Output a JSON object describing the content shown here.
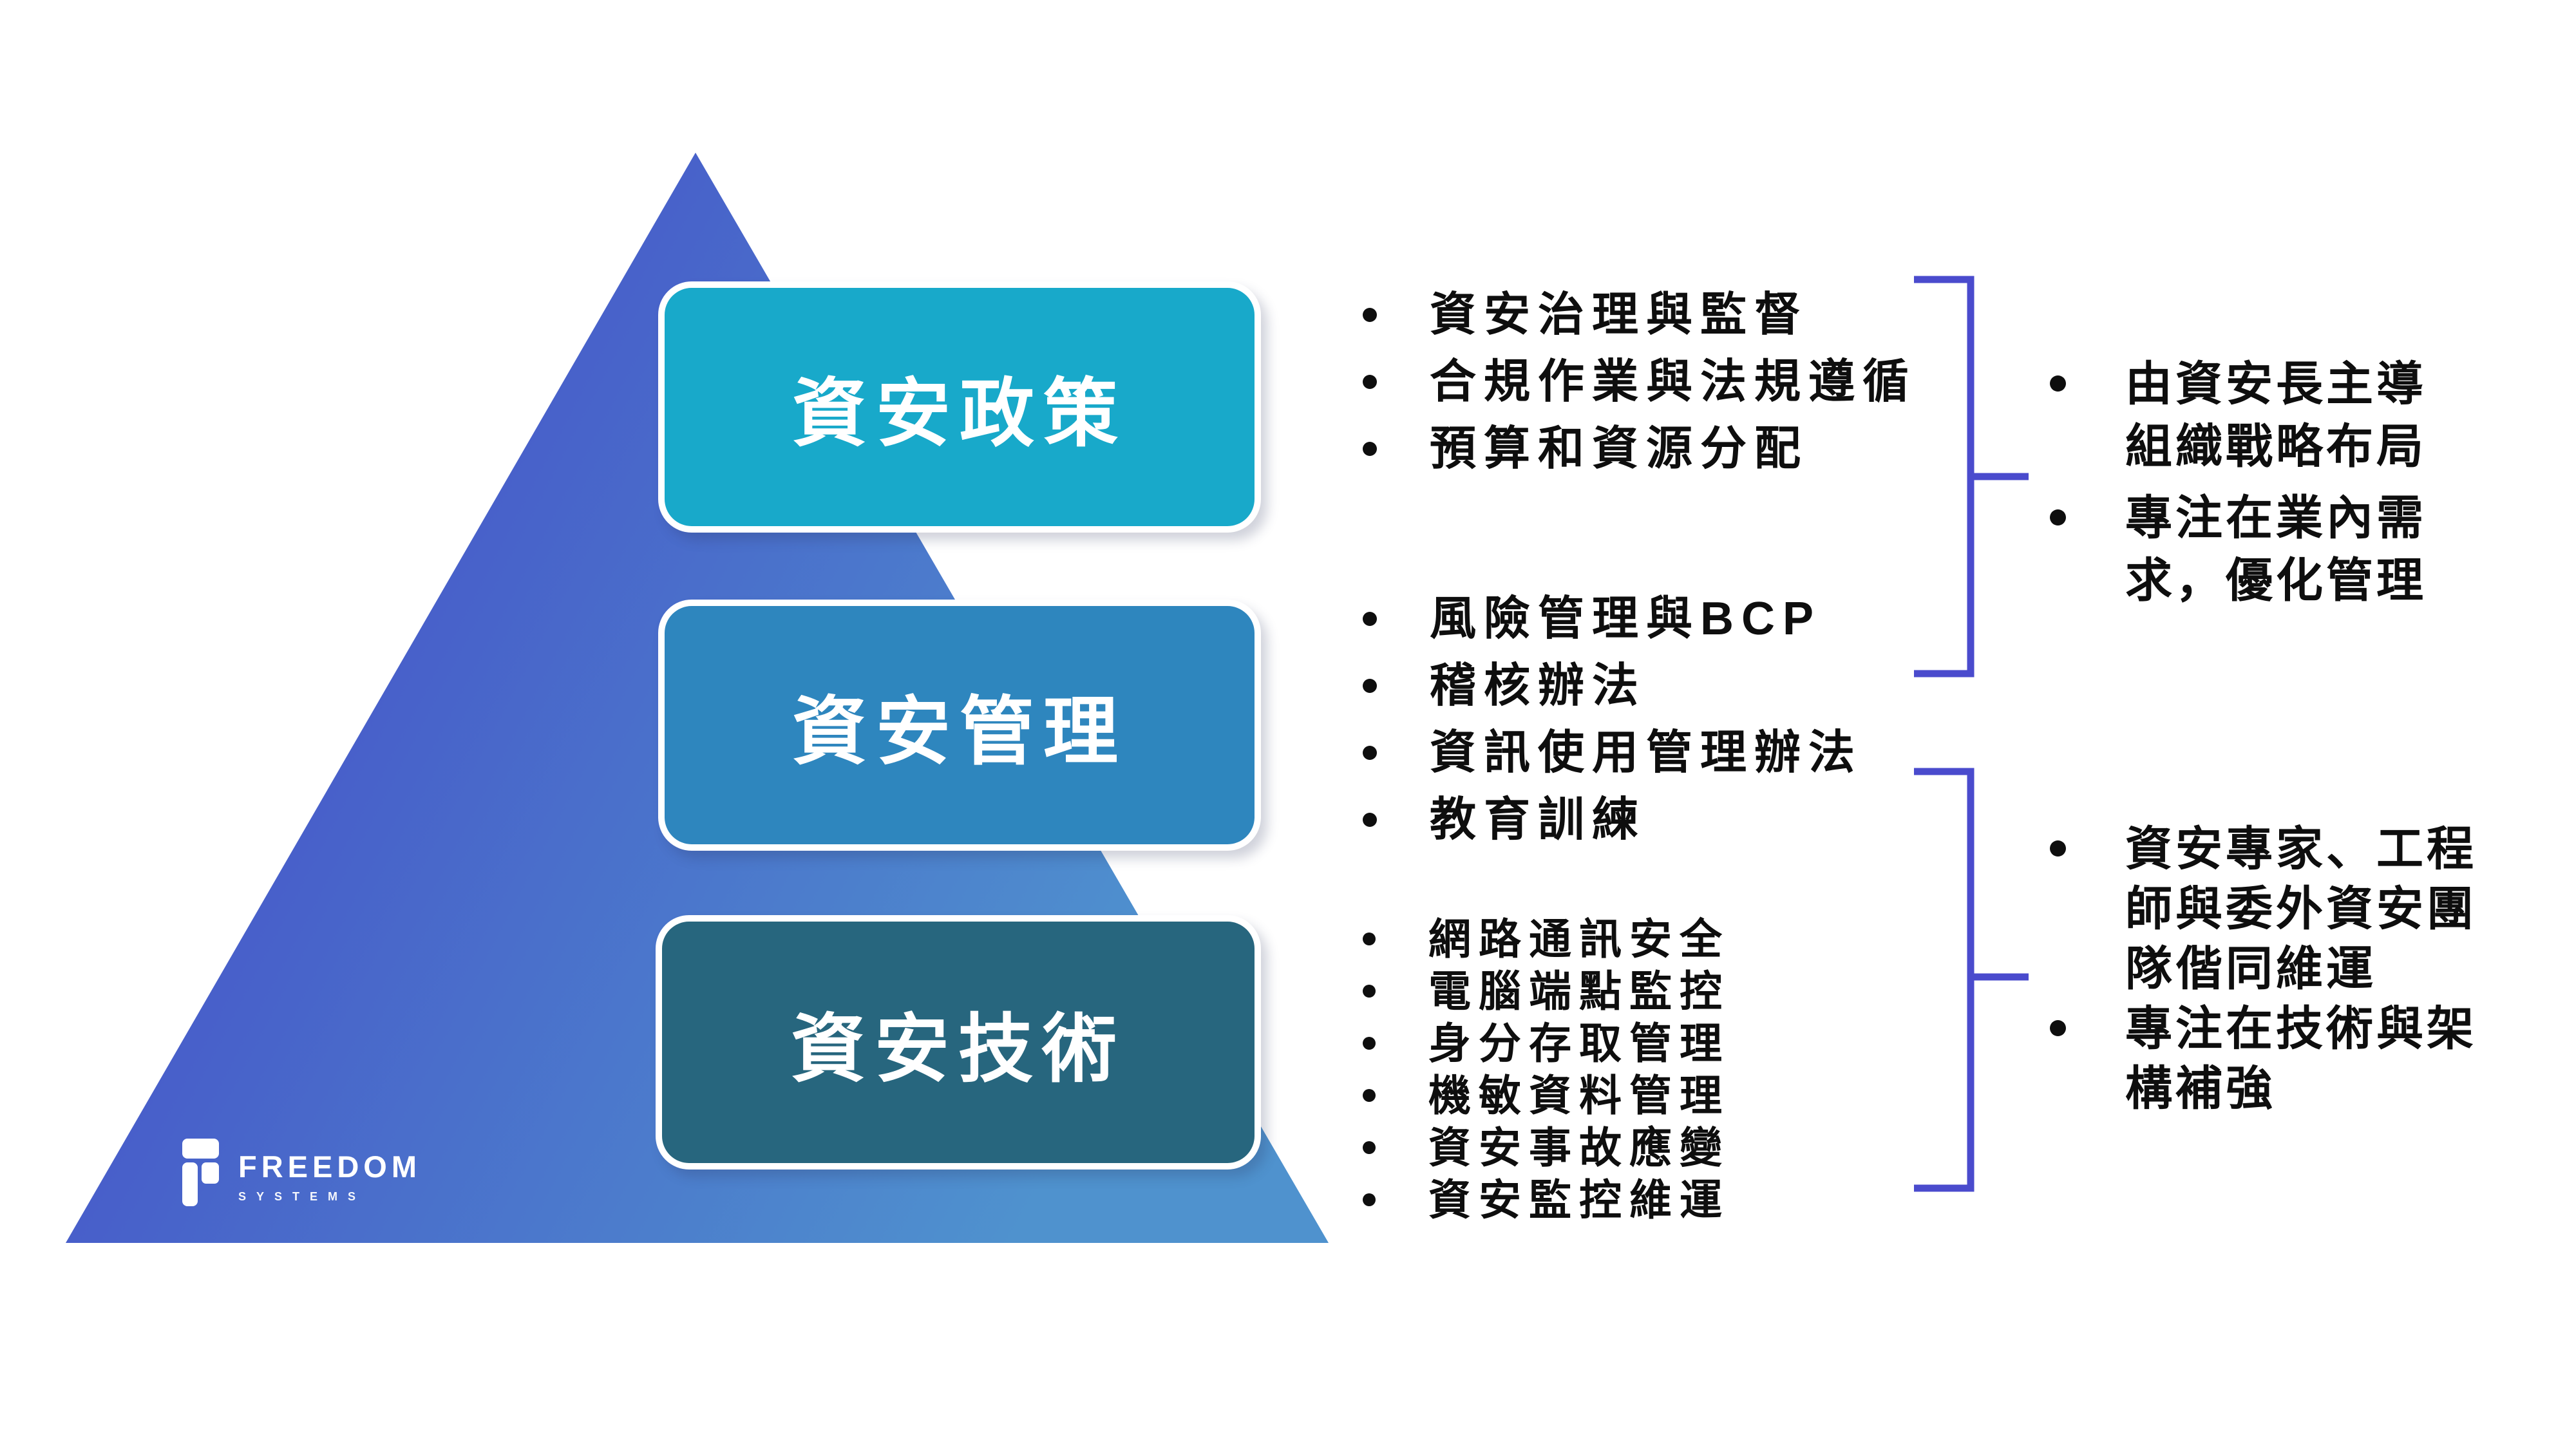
{
  "slide": {
    "background": "#ffffff"
  },
  "pyramid": {
    "gradient_top": "#4340C7",
    "gradient_bottom": "#4F92CE",
    "levels": [
      {
        "label": "資安政策",
        "fill": "#18A9CA"
      },
      {
        "label": "資安管理",
        "fill": "#2E86BE"
      },
      {
        "label": "資安技術",
        "fill": "#27667E"
      }
    ]
  },
  "bullet_lists": {
    "policy": {
      "items": [
        "資安治理與監督",
        "合規作業與法規遵循",
        "預算和資源分配"
      ]
    },
    "management": {
      "items": [
        "風險管理與BCP",
        "稽核辦法",
        "資訊使用管理辦法",
        "教育訓練"
      ]
    },
    "technology": {
      "items": [
        "網路通訊安全",
        "電腦端點監控",
        "身分存取管理",
        "機敏資料管理",
        "資安事故應變",
        "資安監控維運"
      ]
    }
  },
  "annotations": {
    "bracket_color": "#4A4BCD",
    "governance": {
      "items": [
        "由資安長主導\n組織戰略布局",
        "專注在業內需\n求，優化管理"
      ]
    },
    "technical": {
      "items": [
        "資安專家、工程\n師與委外資安團\n隊偕同維運",
        "專注在技術與架\n構補強"
      ]
    }
  },
  "logo": {
    "brand": "FREEDOM",
    "sub_brand": "SYSTEMS"
  }
}
